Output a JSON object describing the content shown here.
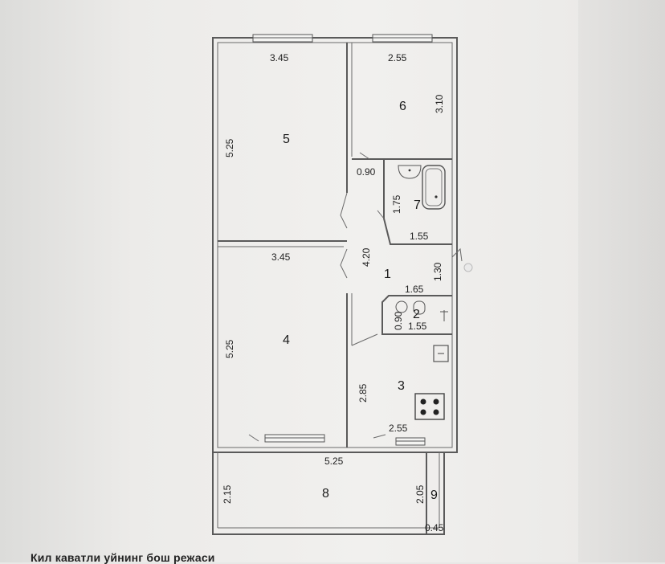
{
  "rooms": {
    "r1": "1",
    "r2": "2",
    "r3": "3",
    "r4": "4",
    "r5": "5",
    "r6": "6",
    "r7": "7",
    "r8": "8",
    "r9": "9"
  },
  "dims": {
    "r5_width": "3.45",
    "r5_length": "5.25",
    "r6_width": "2.55",
    "r6_length": "3.10",
    "door_090_top": "0.90",
    "r7_length": "1.75",
    "r7_width": "1.55",
    "corridor_length": "4.20",
    "r4_width": "3.45",
    "corridor_130": "1.30",
    "corridor_165": "1.65",
    "r2_090": "0.90",
    "r2_155": "1.55",
    "r4_length": "5.25",
    "r3_length": "2.85",
    "r3_width": "2.55",
    "balcony_length": "5.25",
    "balcony_width": "2.15",
    "r9_length": "2.05",
    "r9_width": "0.45"
  },
  "caption": "Кил каватли уйнинг бош режаси"
}
